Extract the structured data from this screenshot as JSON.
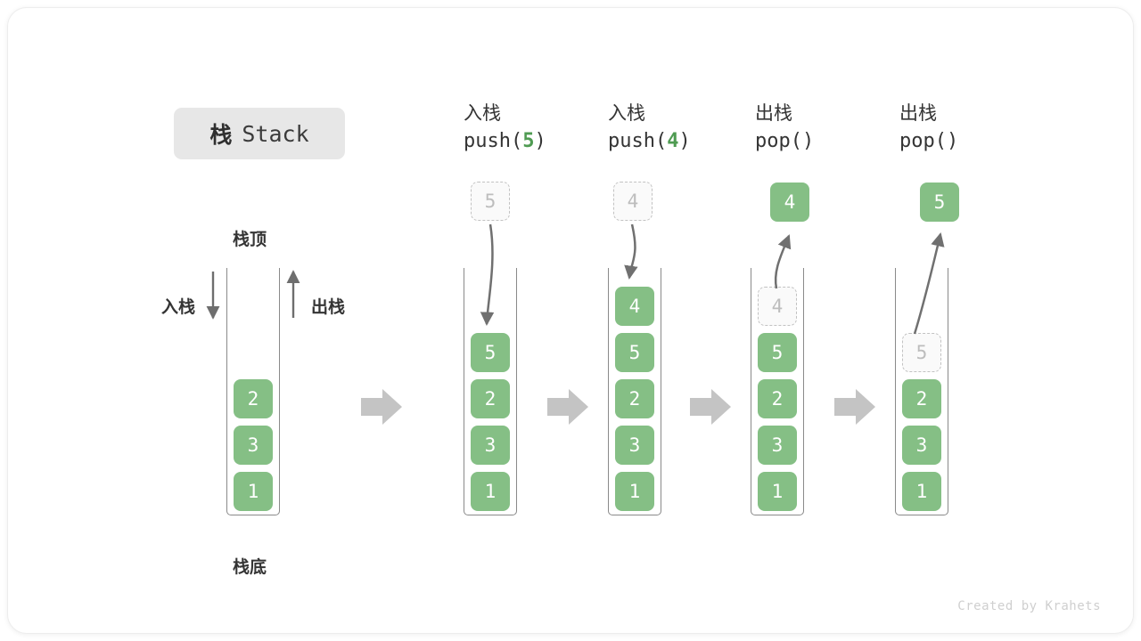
{
  "title": {
    "cn": "栈",
    "en": "Stack"
  },
  "labels": {
    "top": "栈顶",
    "bottom": "栈底",
    "push_side": "入栈",
    "pop_side": "出栈"
  },
  "credit": "Created by Krahets",
  "colors": {
    "cell_green": "#85bf85",
    "ghost_gray": "#c2c2c2",
    "arrow_gray": "#707070",
    "step_arrow_gray": "#c4c4c4",
    "badge_bg": "#e7e7e7",
    "text_dark": "#343434",
    "code_green": "#4f9b52"
  },
  "columns": [
    {
      "id": "initial",
      "head_cn": "",
      "head_code": "",
      "cells": [
        "2",
        "3",
        "1"
      ],
      "ghost": null,
      "popped": null
    },
    {
      "id": "push-5",
      "head_cn": "入栈",
      "head_code_prefix": "push(",
      "head_code_num": "5",
      "head_code_suffix": ")",
      "cells": [
        "5",
        "2",
        "3",
        "1"
      ],
      "ghost": "5",
      "popped": null
    },
    {
      "id": "push-4",
      "head_cn": "入栈",
      "head_code_prefix": "push(",
      "head_code_num": "4",
      "head_code_suffix": ")",
      "cells": [
        "4",
        "5",
        "2",
        "3",
        "1"
      ],
      "ghost": "4",
      "popped": null
    },
    {
      "id": "pop-4",
      "head_cn": "出栈",
      "head_code_prefix": "pop(",
      "head_code_num": "",
      "head_code_suffix": ")",
      "cells": [
        "5",
        "2",
        "3",
        "1"
      ],
      "ghost": "4",
      "popped": "4"
    },
    {
      "id": "pop-5",
      "head_cn": "出栈",
      "head_code_prefix": "pop(",
      "head_code_num": "",
      "head_code_suffix": ")",
      "cells": [
        "2",
        "3",
        "1"
      ],
      "ghost": "5",
      "popped": "5"
    }
  ],
  "step_arrows": 4
}
